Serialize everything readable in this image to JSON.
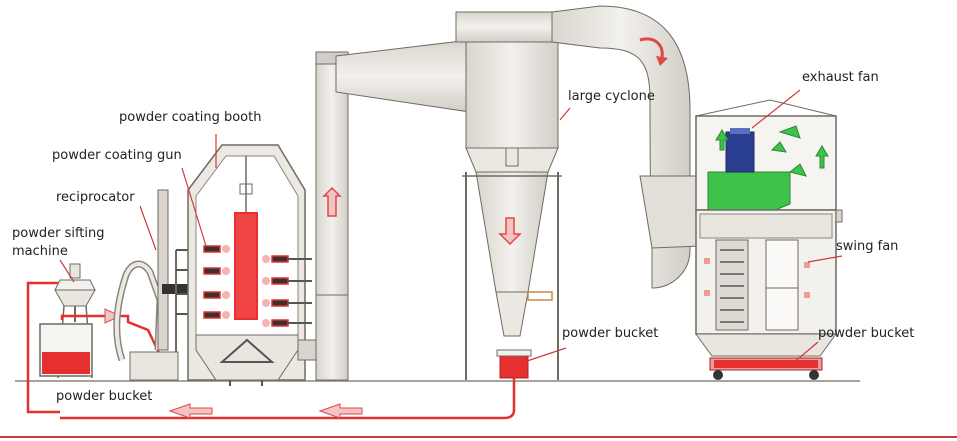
{
  "labels": {
    "powder_coating_booth": "powder coating booth",
    "powder_coating_gun": "powder coating gun",
    "reciprocator": "reciprocator",
    "powder_sifting_machine_line1": "powder sifting",
    "powder_sifting_machine_line2": "machine",
    "large_cyclone": "large cyclone",
    "exhaust_fan": "exhaust fan",
    "swing_fan": "swing fan",
    "powder_bucket_center": "powder bucket",
    "powder_bucket_right": "powder bucket",
    "powder_bucket_left": "powder bucket"
  },
  "colors": {
    "equipment_fill": "#e9e6e0",
    "equipment_stroke": "#6f6a64",
    "powder_red": "#e63030",
    "flow_arrow": "#e04848",
    "fan_green": "#3ec24a",
    "motor_blue": "#2a3f8f",
    "leader_line": "#d23a3a"
  }
}
